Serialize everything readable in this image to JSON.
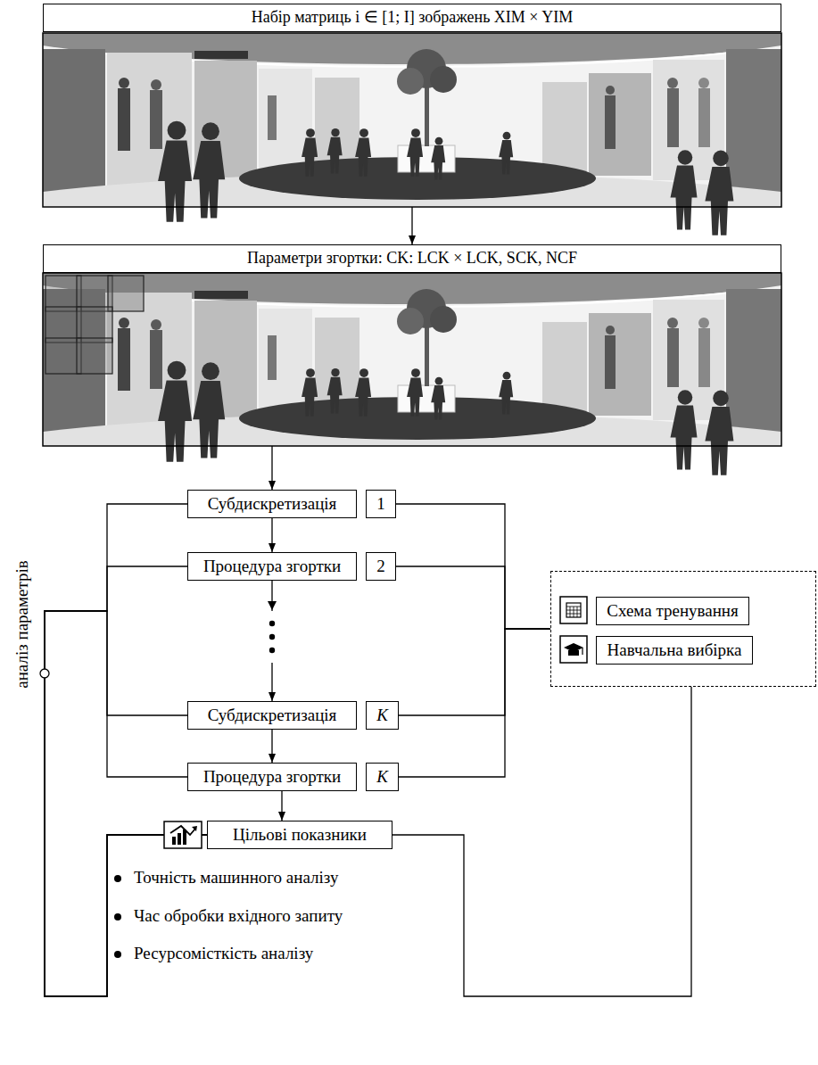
{
  "diagram": {
    "nodes": [
      {
        "text": [
          "Набір матриць i ∈ [1; I] зображень XIM × YIM"
        ]
      },
      {
        "text": [
          "Параметри згортки: CK: LCK × LCK, SCK, NCF"
        ]
      },
      {
        "text": [
          "Субдискретизація"
        ]
      },
      {
        "text": [
          "1"
        ]
      },
      {
        "text": [
          "Процедура згортки"
        ]
      },
      {
        "text": [
          "2"
        ]
      },
      {
        "text": [
          "Субдискретизація"
        ]
      },
      {
        "text": [
          "K"
        ]
      },
      {
        "text": [
          "Процедура згортки"
        ]
      },
      {
        "text": [
          "K"
        ]
      },
      {
        "text": [
          "Цільові показники"
        ]
      },
      {
        "text": []
      },
      {
        "text": [
          "Схема тренування"
        ],
        "in": 11
      },
      {
        "text": [
          "Навчальна вибірка"
        ],
        "in": 11
      }
    ],
    "edges": [
      {
        "from": 0,
        "to": 1,
        "arrow": "to"
      },
      {
        "from": 1,
        "to": 2,
        "arrow": "to"
      },
      {
        "from": 2,
        "to": 4,
        "arrow": "to"
      },
      {
        "from": 4,
        "to": 6,
        "arrow": "to"
      },
      {
        "from": 6,
        "to": 8,
        "arrow": "to"
      },
      {
        "from": 8,
        "to": 10,
        "arrow": "to"
      },
      {
        "from": 3,
        "to": 11,
        "arrow": "none"
      },
      {
        "from": 5,
        "to": 11,
        "arrow": "none"
      },
      {
        "from": 7,
        "to": 11,
        "arrow": "none"
      },
      {
        "from": 9,
        "to": 11,
        "arrow": "none"
      },
      {
        "from": 11,
        "to": 10,
        "arrow": "none"
      },
      {
        "from": 2,
        "to": 10,
        "arrow": "none"
      },
      {
        "from": 4,
        "to": 10,
        "arrow": "none"
      },
      {
        "from": 6,
        "to": 10,
        "arrow": "none"
      },
      {
        "from": 8,
        "to": 10,
        "arrow": "none"
      }
    ],
    "labels": [
      "аналіз параметрів",
      "Точність машинного аналізу",
      "Час обробки вхідного запиту",
      "Ресурсомісткість аналізу"
    ]
  }
}
